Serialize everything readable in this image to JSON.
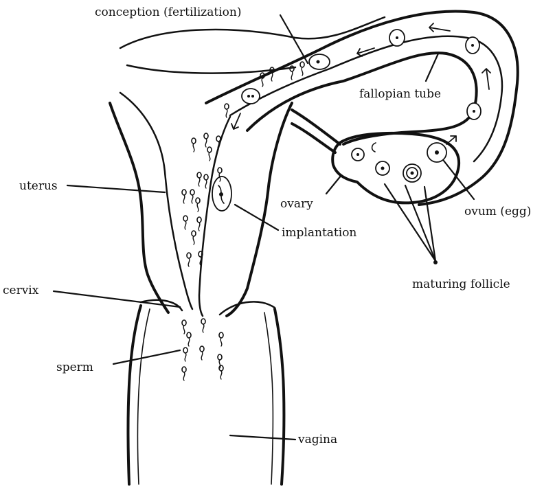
{
  "labels": {
    "conception": "conception (fertilization)",
    "fallopian_tube": "fallopian tube",
    "uterus": "uterus",
    "ovary": "ovary",
    "ovum": "ovum (egg)",
    "implantation": "implantation",
    "cervix": "cervix",
    "maturing_follicle": "maturing follicle",
    "sperm": "sperm",
    "vagina": "vagina"
  }
}
